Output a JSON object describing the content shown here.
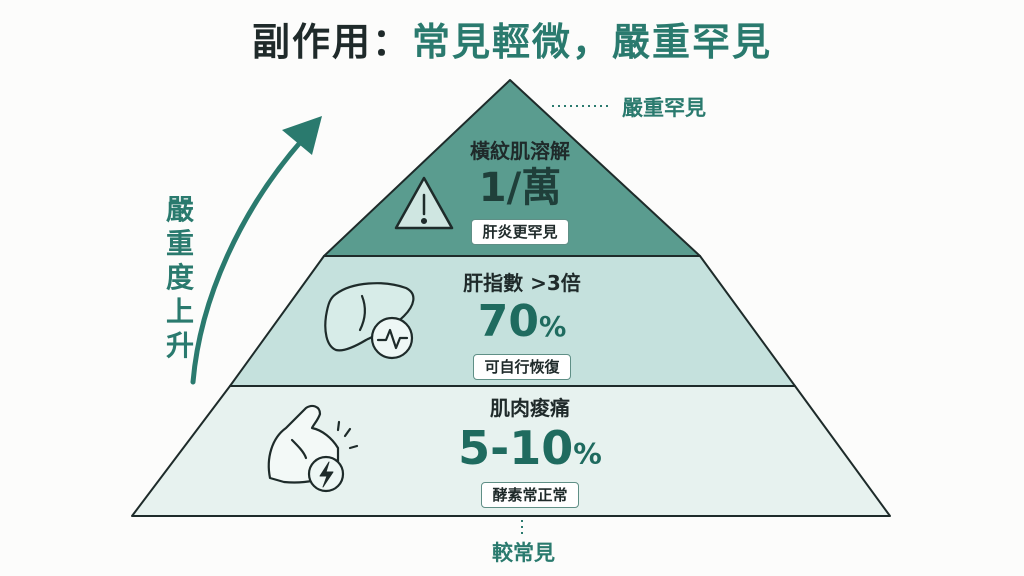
{
  "title": {
    "prefix": "副作用：",
    "highlight": "常見輕微，嚴重罕見"
  },
  "axis": {
    "label": "嚴重度上升",
    "top_label": "嚴重罕見",
    "bottom_label": "較常見"
  },
  "tiers": [
    {
      "name": "橫紋肌溶解",
      "value_main": "1/萬",
      "value_unit": "",
      "badge": "肝炎更罕見",
      "icon": "warning-icon"
    },
    {
      "name": "肝指數 >3倍",
      "value_main": "70",
      "value_unit": "%",
      "badge": "可自行恢復",
      "icon": "liver-icon"
    },
    {
      "name": "肌肉痠痛",
      "value_main": "5-10",
      "value_unit": "%",
      "badge": "酵素常正常",
      "icon": "muscle-icon"
    }
  ],
  "colors": {
    "top": "#5a9c8f",
    "middle": "#c5e1dd",
    "bottom": "#e7f2ef",
    "accent": "#2a7a6e",
    "arrow": "#2a7a6e"
  }
}
